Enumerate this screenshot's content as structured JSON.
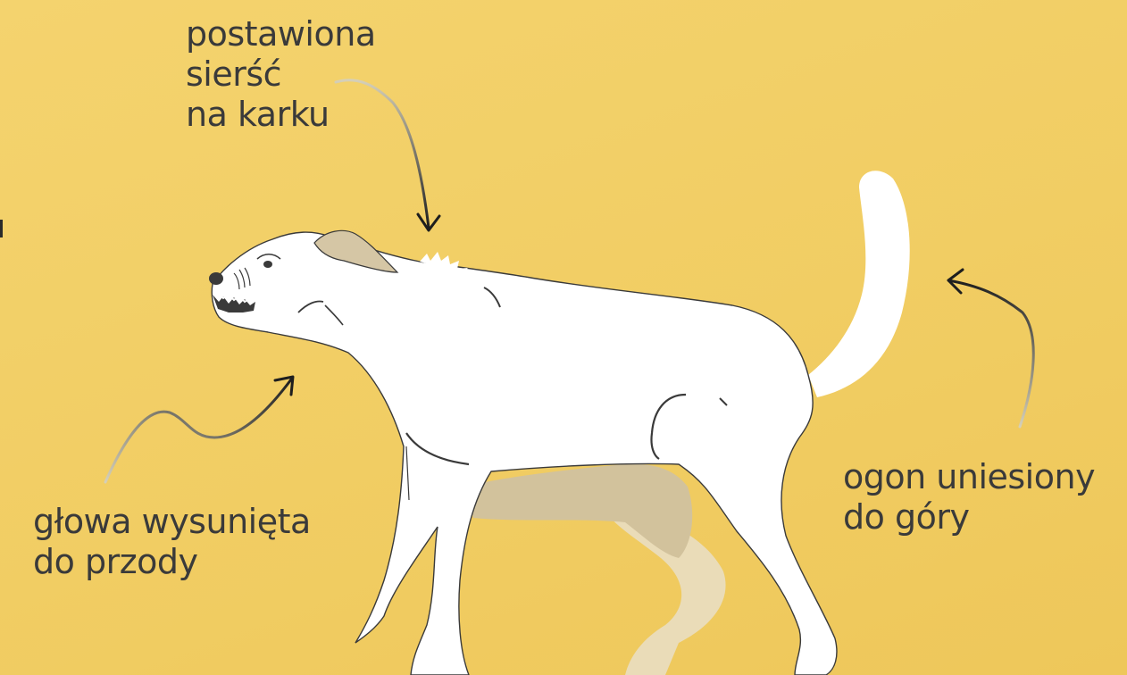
{
  "labels": {
    "hackles": [
      "postawiona",
      "sierść",
      "na karku"
    ],
    "head": [
      "głowa wysunięta",
      "do przody"
    ],
    "tail": [
      "ogon uniesiony",
      "do góry"
    ]
  },
  "colors": {
    "background": "#f2cf65",
    "dog_body": "#ffffff",
    "outline": "#3a3a3a",
    "ear": "#d5c6a5",
    "shadow_leg": "#d2c29c",
    "shadow_leg_far": "#eadcb8",
    "arrow_dark": "#1e1e1e",
    "arrow_light": "#cfc9b0"
  },
  "icons": [
    "dog-illustration",
    "arrow-icon"
  ]
}
